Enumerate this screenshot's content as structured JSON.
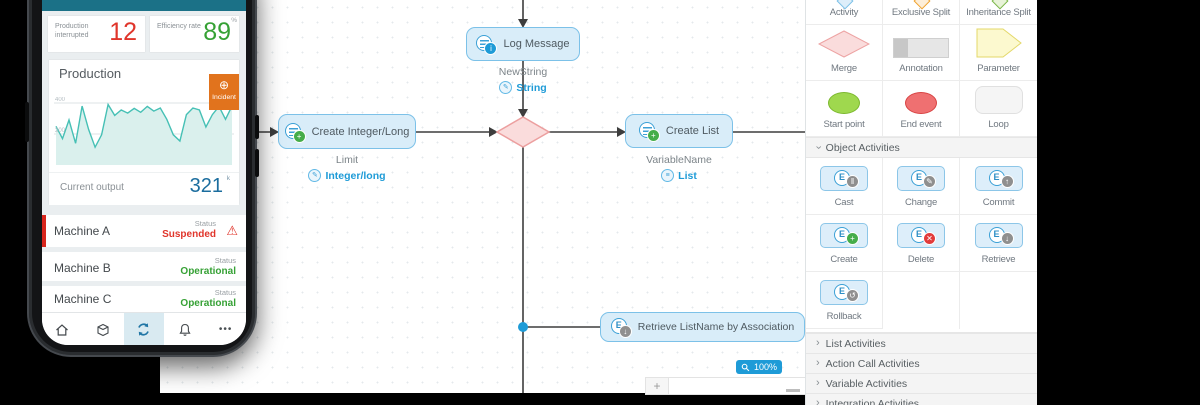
{
  "phone": {
    "topbar_color": "#1b7187",
    "kpis": [
      {
        "label": "Production interrupted",
        "value": "12",
        "unit": "",
        "color": "#e0352b"
      },
      {
        "label": "Efficiency rate",
        "value": "89",
        "unit": "%",
        "color": "#36a135"
      }
    ],
    "production": {
      "title": "Production",
      "incident_label": "Incident",
      "incident_plus": "⊕",
      "axis_top": "400",
      "axis_mid": "200",
      "output_label": "Current output",
      "output_value": "321",
      "output_unit": "k"
    },
    "chart": {
      "type": "line",
      "color": "#46c0b5",
      "fill": "#daf0ed",
      "ymax": 400,
      "values": [
        250,
        170,
        290,
        140,
        380,
        230,
        115,
        195,
        390,
        320,
        355,
        335,
        365,
        340,
        378,
        348,
        368,
        295,
        195,
        155,
        325,
        368,
        355,
        245,
        325,
        378,
        295,
        380
      ]
    },
    "machines": [
      {
        "name": "Machine A",
        "status_label": "Status",
        "status": "Suspended",
        "status_color": "#e0352b",
        "warning_icon": "⚠"
      },
      {
        "name": "Machine B",
        "status_label": "Status",
        "status": "Operational",
        "status_color": "#36a135"
      },
      {
        "name": "Machine C",
        "status_label": "Status",
        "status": "Operational",
        "status_color": "#36a135"
      }
    ],
    "nav_more": "•••"
  },
  "flow": {
    "nodes": [
      {
        "label": "Log Message",
        "var_name": "NewString",
        "var_type": "String",
        "type_icon": "✎",
        "badge": "i",
        "badge_color": "#1e9bd7"
      },
      {
        "label": "Create Integer/Long",
        "var_name": "Limit",
        "var_type": "Integer/long",
        "type_icon": "✎",
        "badge": "+",
        "badge_color": "#45ad4a"
      },
      {
        "label": "Create List",
        "var_name": "VariableName",
        "var_type": "List",
        "type_icon": "≡",
        "badge": "+",
        "badge_color": "#45ad4a"
      },
      {
        "label": "Retrieve ListName by Association",
        "badge": "↓",
        "badge_color": "#8f8f8f"
      }
    ],
    "zoom_value": "100%",
    "plus_label": "+"
  },
  "palette": {
    "row1": [
      {
        "label": "Activity"
      },
      {
        "label": "Exclusive Split"
      },
      {
        "label": "Inheritance Split"
      }
    ],
    "row2": [
      {
        "label": "Merge"
      },
      {
        "label": "Annotation"
      },
      {
        "label": "Parameter"
      }
    ],
    "row3": [
      {
        "label": "Start point"
      },
      {
        "label": "End event"
      },
      {
        "label": "Loop"
      }
    ],
    "object_section": "Object Activities",
    "object_items": [
      {
        "label": "Cast",
        "badge": "‖",
        "badge_color": "#8f8f8f"
      },
      {
        "label": "Change",
        "badge": "✎",
        "badge_color": "#8f8f8f"
      },
      {
        "label": "Commit",
        "badge": "↑",
        "badge_color": "#8f8f8f"
      },
      {
        "label": "Create",
        "badge": "+",
        "badge_color": "#45ad4a"
      },
      {
        "label": "Delete",
        "badge": "✕",
        "badge_color": "#e23b3b"
      },
      {
        "label": "Retrieve",
        "badge": "↓",
        "badge_color": "#8f8f8f"
      },
      {
        "label": "Rollback",
        "badge": "↺",
        "badge_color": "#8f8f8f"
      }
    ],
    "collapsed_sections": [
      {
        "label": "List Activities"
      },
      {
        "label": "Action Call Activities"
      },
      {
        "label": "Variable Activities"
      },
      {
        "label": "Integration Activities"
      }
    ]
  },
  "colors": {
    "edge": "#3d3d3d",
    "merge_fill": "#fadcdc",
    "merge_stroke": "#ec9f9f",
    "node_fill": "#d9edf9",
    "node_border": "#7cc1e8",
    "accent_blue": "#1e9bd7"
  }
}
